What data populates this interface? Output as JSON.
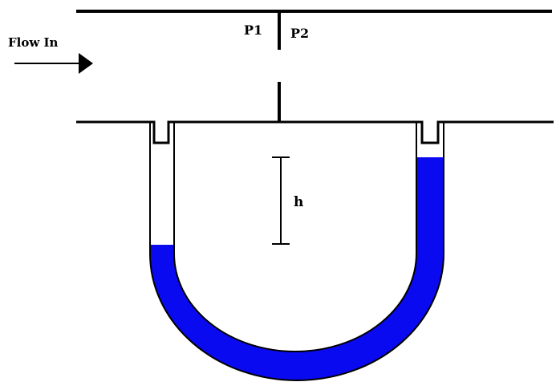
{
  "labels": {
    "flow_in": "Flow In",
    "p1": "P1",
    "p2": "P2",
    "h": "h"
  },
  "colors": {
    "line": "#000000",
    "fluid": "#0a0af0",
    "background": "#ffffff"
  }
}
